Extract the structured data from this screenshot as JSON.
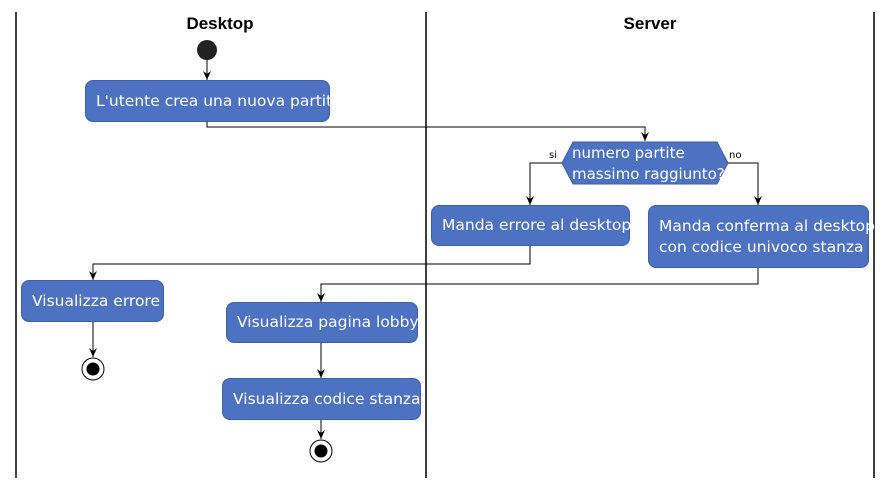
{
  "lanes": {
    "left": "Desktop",
    "right": "Server"
  },
  "nodes": {
    "create_game": "L'utente crea una nuova partita",
    "decision_line1": "numero partite",
    "decision_line2": "massimo raggiunto?",
    "guard_yes": "si",
    "guard_no": "no",
    "send_error": "Manda errore al desktop",
    "send_confirm_line1": "Manda conferma al desktop",
    "send_confirm_line2": "con codice univoco stanza",
    "show_error": "Visualizza errore",
    "show_lobby": "Visualizza pagina lobby",
    "show_room_code": "Visualizza codice stanza"
  },
  "colors": {
    "node_fill": "#4d72c2",
    "node_border": "#3d5ea8",
    "edge": "#000000"
  }
}
